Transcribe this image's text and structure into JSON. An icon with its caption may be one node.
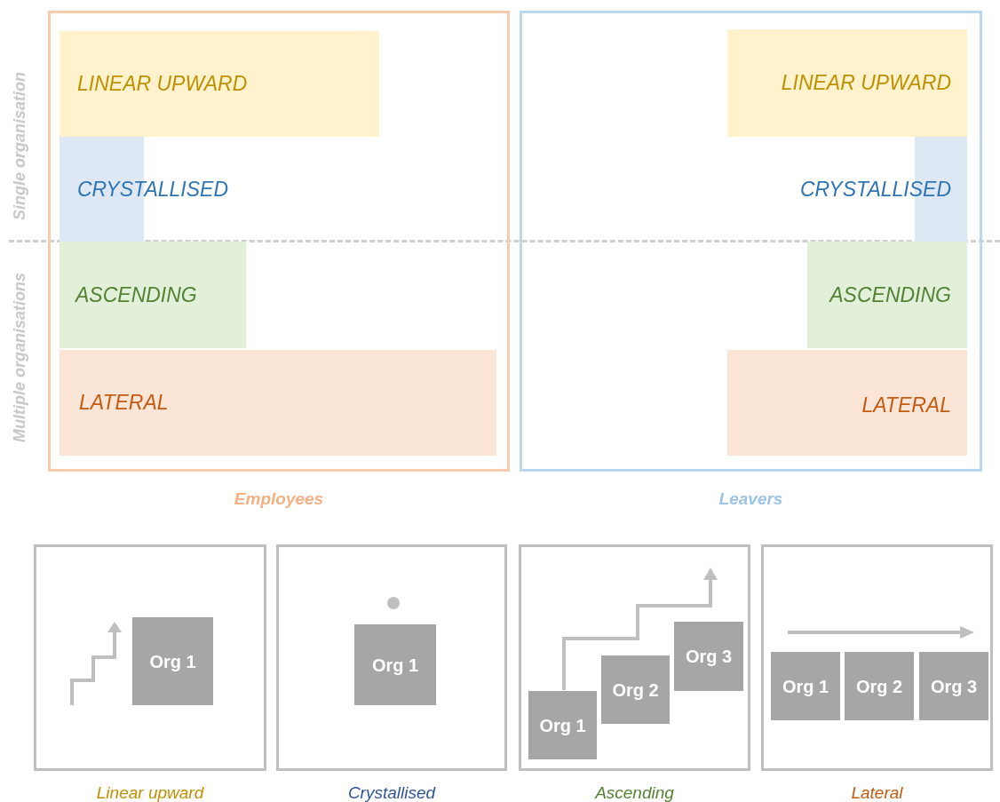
{
  "diagram": {
    "nodes": [
      {
        "text": [
          "Employees"
        ]
      },
      {
        "text": [
          "Leavers"
        ]
      },
      {
        "text": [
          "LINEAR UPWARD"
        ],
        "in": 0
      },
      {
        "text": [
          "CRYSTALLISED"
        ],
        "in": 0
      },
      {
        "text": [
          "ASCENDING"
        ],
        "in": 0
      },
      {
        "text": [
          "LATERAL"
        ],
        "in": 0
      },
      {
        "text": [
          "LINEAR UPWARD"
        ],
        "in": 1
      },
      {
        "text": [
          "CRYSTALLISED"
        ],
        "in": 1
      },
      {
        "text": [
          "ASCENDING"
        ],
        "in": 1
      },
      {
        "text": [
          "LATERAL"
        ],
        "in": 1
      },
      {
        "text": [
          "Linear upward"
        ]
      },
      {
        "text": [
          "Org 1"
        ],
        "in": 10
      },
      {
        "text": [
          "Crystallised"
        ]
      },
      {
        "text": [
          "Org 1"
        ],
        "in": 12
      },
      {
        "text": [
          "Ascending"
        ]
      },
      {
        "text": [
          "Org 1"
        ],
        "in": 14
      },
      {
        "text": [
          "Org 2"
        ],
        "in": 14
      },
      {
        "text": [
          "Org 3"
        ],
        "in": 14
      },
      {
        "text": [
          "Lateral"
        ]
      },
      {
        "text": [
          "Org 1"
        ],
        "in": 18
      },
      {
        "text": [
          "Org 2"
        ],
        "in": 18
      },
      {
        "text": [
          "Org 3"
        ],
        "in": 18
      }
    ],
    "labels": [
      "Single organisation",
      "Multiple organisations"
    ]
  }
}
